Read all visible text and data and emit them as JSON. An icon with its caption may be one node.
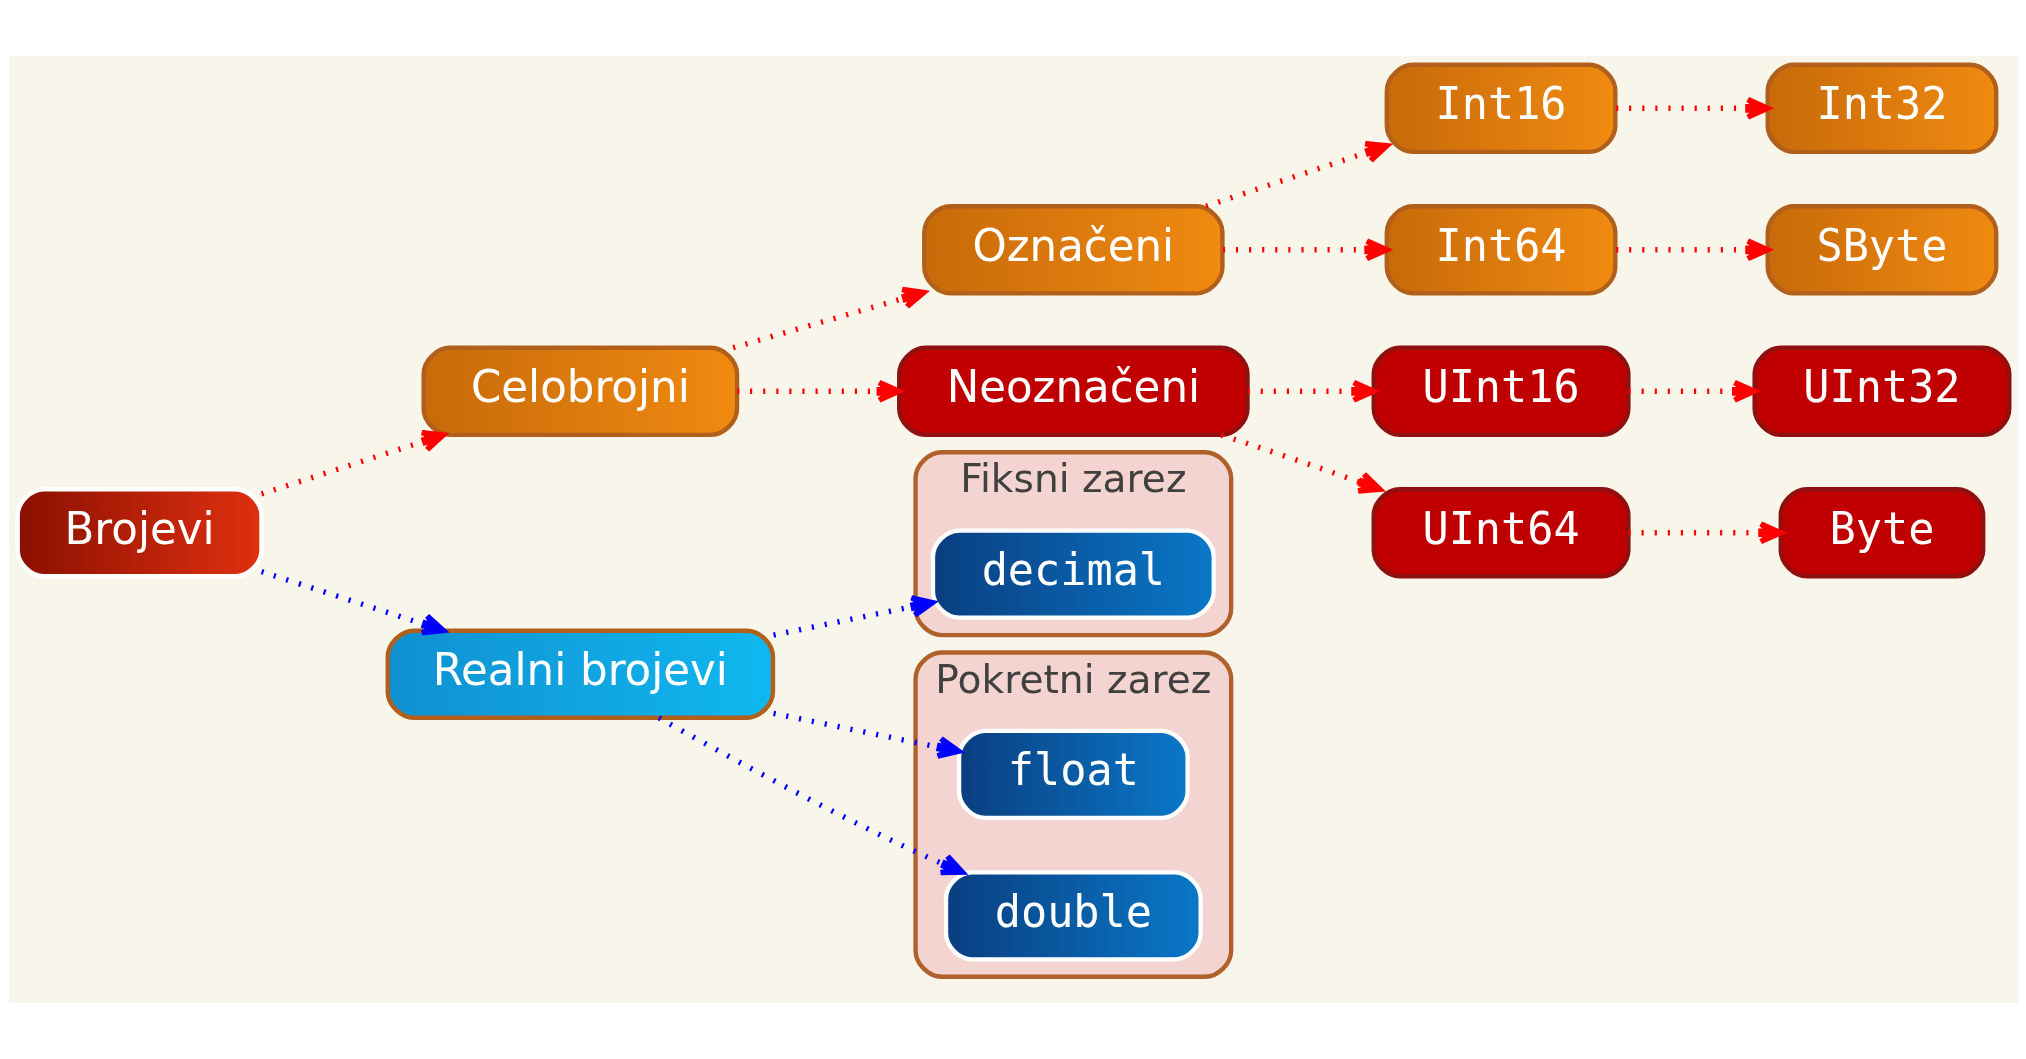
{
  "diagram": {
    "nodes": [
      {
        "text": [
          "Brojevi"
        ]
      },
      {
        "text": [
          "Celobrojni"
        ]
      },
      {
        "text": [
          "Označeni"
        ]
      },
      {
        "text": [
          "Neoznačeni"
        ]
      },
      {
        "text": [
          "Int16"
        ]
      },
      {
        "text": [
          "Int32"
        ]
      },
      {
        "text": [
          "Int64"
        ]
      },
      {
        "text": [
          "SByte"
        ]
      },
      {
        "text": [
          "UInt16"
        ]
      },
      {
        "text": [
          "UInt32"
        ]
      },
      {
        "text": [
          "UInt64"
        ]
      },
      {
        "text": [
          "Byte"
        ]
      },
      {
        "text": [
          "Realni brojevi"
        ]
      },
      {
        "text": [
          "Fiksni zarez"
        ]
      },
      {
        "text": [
          "decimal"
        ],
        "in": 13
      },
      {
        "text": [
          "Pokretni zarez"
        ]
      },
      {
        "text": [
          "float"
        ],
        "in": 15
      },
      {
        "text": [
          "double"
        ],
        "in": 15
      }
    ],
    "edges": [
      {
        "from": 0,
        "to": 1,
        "arrow": "to",
        "style": "dashed"
      },
      {
        "from": 1,
        "to": 2,
        "arrow": "to",
        "style": "dashed"
      },
      {
        "from": 1,
        "to": 3,
        "arrow": "to",
        "style": "dashed"
      },
      {
        "from": 2,
        "to": 4,
        "arrow": "to",
        "style": "dashed"
      },
      {
        "from": 4,
        "to": 5,
        "arrow": "to",
        "style": "dashed"
      },
      {
        "from": 2,
        "to": 6,
        "arrow": "to",
        "style": "dashed"
      },
      {
        "from": 6,
        "to": 7,
        "arrow": "to",
        "style": "dashed"
      },
      {
        "from": 3,
        "to": 8,
        "arrow": "to",
        "style": "dashed"
      },
      {
        "from": 8,
        "to": 9,
        "arrow": "to",
        "style": "dashed"
      },
      {
        "from": 3,
        "to": 10,
        "arrow": "to",
        "style": "dashed"
      },
      {
        "from": 10,
        "to": 11,
        "arrow": "to",
        "style": "dashed"
      },
      {
        "from": 0,
        "to": 12,
        "arrow": "to",
        "style": "dashed",
        "color": "#0000ff"
      },
      {
        "from": 12,
        "to": 14,
        "arrow": "to",
        "style": "dashed",
        "color": "#0000ff"
      },
      {
        "from": 12,
        "to": 16,
        "arrow": "to",
        "style": "dashed",
        "color": "#0000ff"
      },
      {
        "from": 12,
        "to": 17,
        "arrow": "to",
        "style": "dashed",
        "color": "#0000ff"
      }
    ]
  }
}
